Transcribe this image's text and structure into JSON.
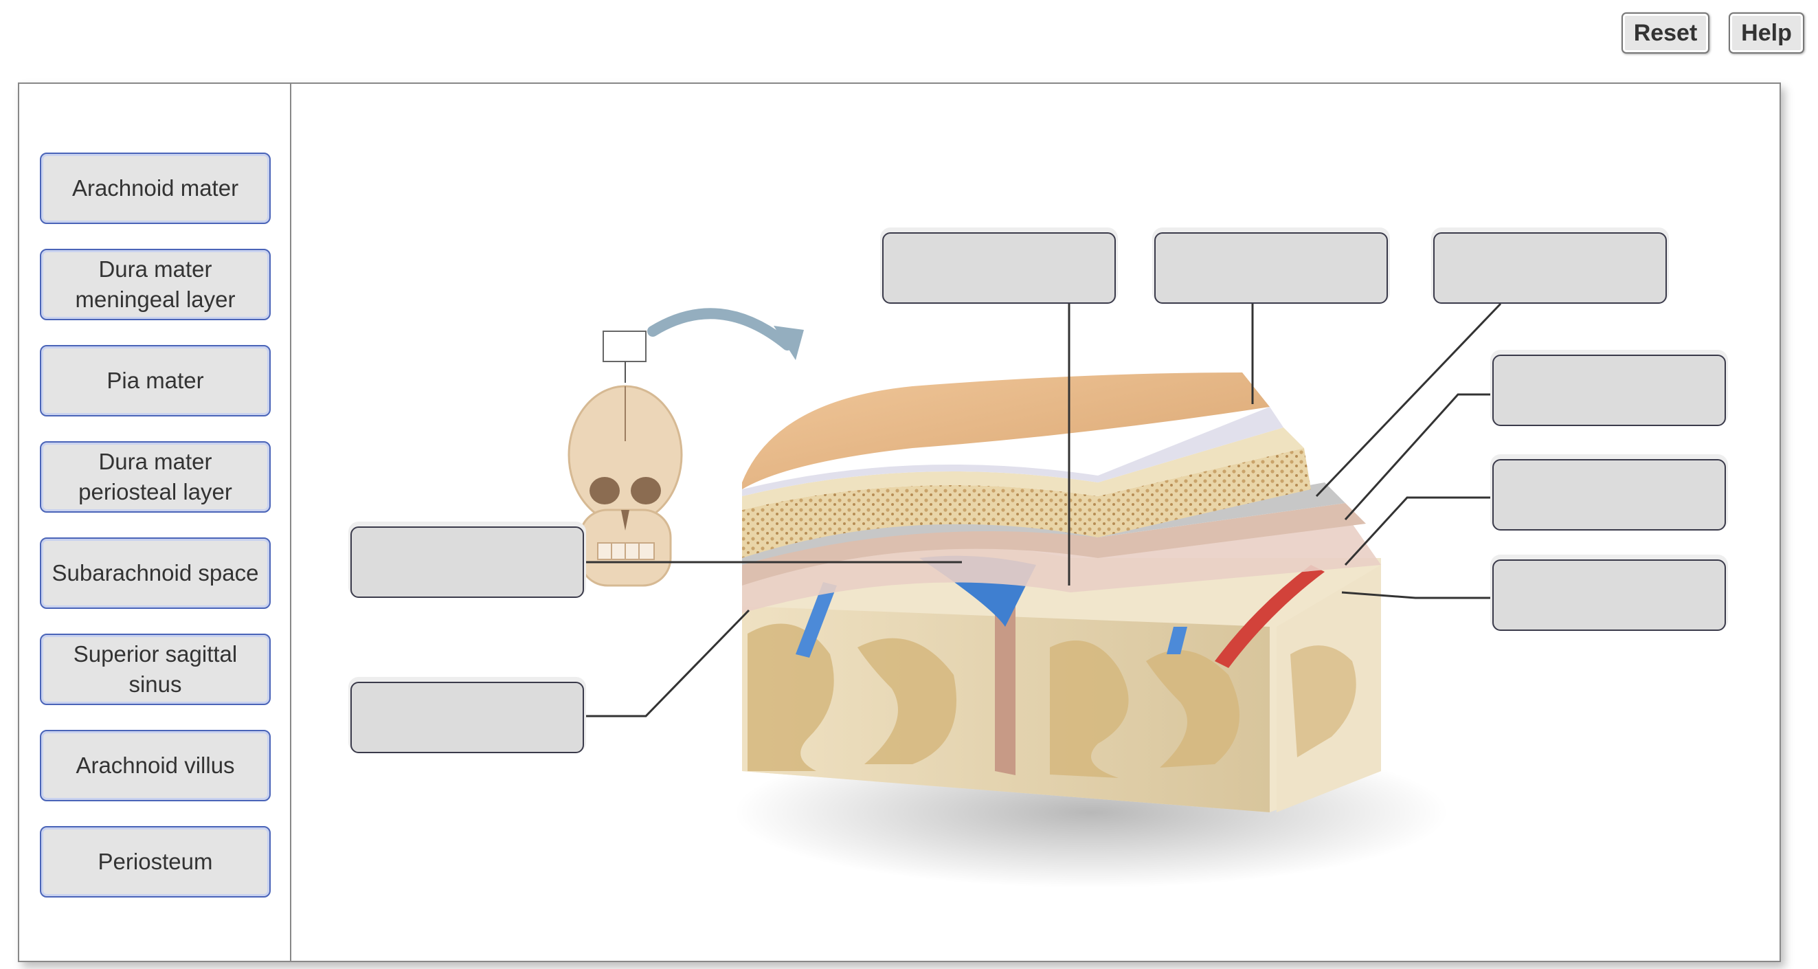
{
  "toolbar": {
    "reset_label": "Reset",
    "help_label": "Help"
  },
  "label_bank": [
    "Arachnoid mater",
    "Dura mater\nmeningeal layer",
    "Pia mater",
    "Dura mater\nperiosteal layer",
    "Subarachnoid space",
    "Superior sagittal\nsinus",
    "Arachnoid villus",
    "Periosteum"
  ],
  "drop_targets": [
    {
      "id": "target-top-1",
      "value": ""
    },
    {
      "id": "target-top-2",
      "value": ""
    },
    {
      "id": "target-top-3",
      "value": ""
    },
    {
      "id": "target-right-1",
      "value": ""
    },
    {
      "id": "target-right-2",
      "value": ""
    },
    {
      "id": "target-right-3",
      "value": ""
    },
    {
      "id": "target-left-1",
      "value": ""
    },
    {
      "id": "target-left-2",
      "value": ""
    }
  ]
}
